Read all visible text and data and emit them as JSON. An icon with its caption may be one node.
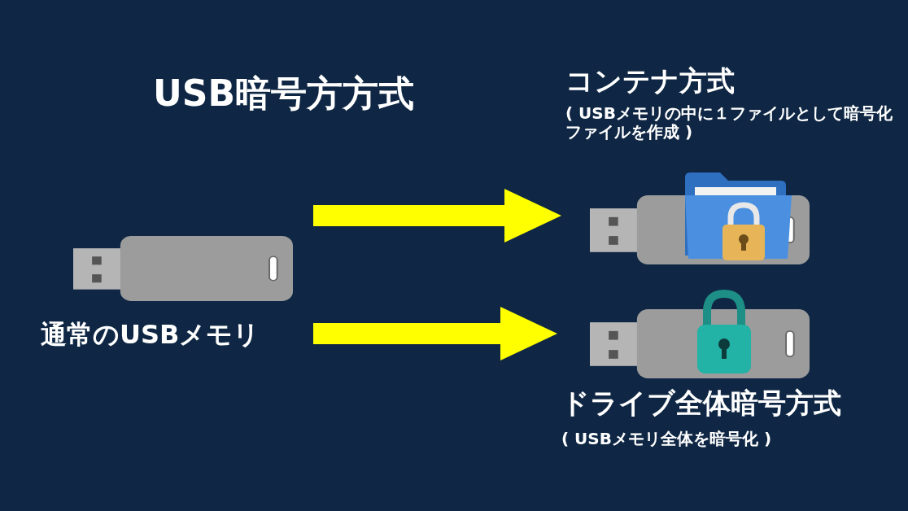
{
  "diagram": {
    "title": "USB暗号方方式",
    "nodes": [
      {
        "text": [
          "通常のUSBメモリ"
        ]
      },
      {
        "text": [
          "コンテナ方式",
          "( USBメモリの中に１ファイルとして暗号化ファイルを作成 )"
        ]
      },
      {
        "text": [
          "ドライブ全体暗号方式",
          "( USBメモリ全体を暗号化 )"
        ]
      }
    ],
    "edges": [
      {
        "from": 0,
        "to": 1,
        "arrow": "to"
      },
      {
        "from": 0,
        "to": 2,
        "arrow": "to"
      }
    ]
  }
}
